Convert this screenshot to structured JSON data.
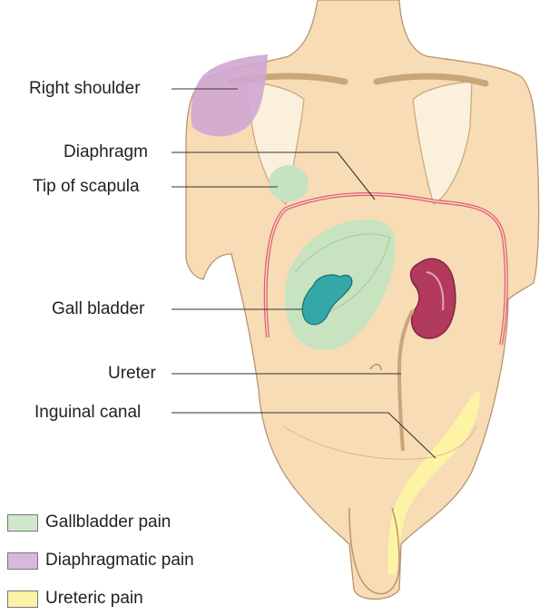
{
  "labels": {
    "right_shoulder": "Right shoulder",
    "diaphragm": "Diaphragm",
    "tip_of_scapula": "Tip of scapula",
    "gall_bladder": "Gall bladder",
    "ureter": "Ureter",
    "inguinal_canal": "Inguinal canal"
  },
  "legend": [
    {
      "label": "Gallbladder pain",
      "color": "#cfe8cc"
    },
    {
      "label": "Diaphragmatic pain",
      "color": "#d9b8dc"
    },
    {
      "label": "Ureteric pain",
      "color": "#fbf2a6"
    }
  ],
  "colors": {
    "skin": "#f7dcb6",
    "skin_outline": "#b8946e",
    "bone": "#fbf0dc",
    "gallbladder_zone": "#c4e3c0",
    "diaphragm_zone": "#cfa6d3",
    "ureteric_zone": "#fdf3a4",
    "diaphragm_line": "#e05a7a",
    "kidney": "#b23a5c",
    "gallbladder": "#34a8a8"
  }
}
